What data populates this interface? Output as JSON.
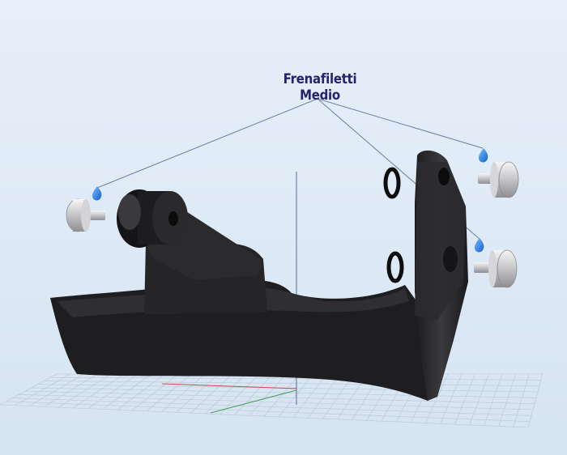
{
  "diagram": {
    "callout_label": "Frenafiletti Medio",
    "colors": {
      "background": "#e1ecf8",
      "grid": "#b9c6d6",
      "bracket": "#1f1f21",
      "leader_line": "#6d7fa3",
      "label": "#23236e",
      "threadlock_drop": "#1f7fe6",
      "axis_x": "#d04848",
      "axis_y": "#3aa050",
      "axis_z": "#5a6a90"
    },
    "parts": [
      {
        "name": "bracket",
        "color": "#1f1f21"
      },
      {
        "name": "bolt",
        "count": 3
      },
      {
        "name": "o-ring",
        "count": 2
      },
      {
        "name": "threadlock-drop",
        "count": 3
      }
    ]
  }
}
